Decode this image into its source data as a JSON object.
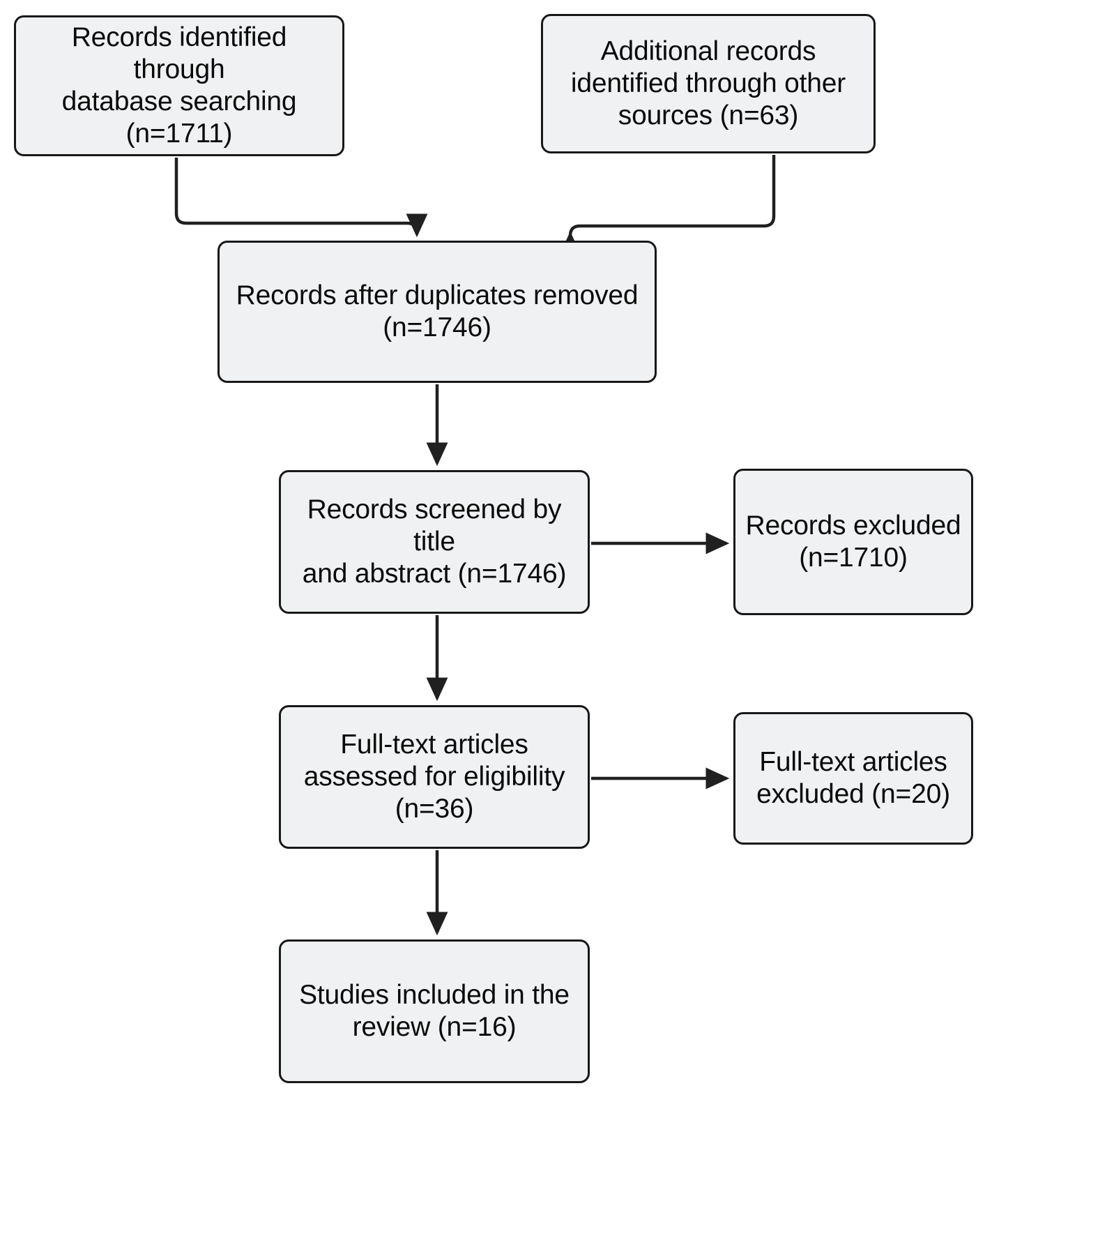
{
  "diagram": {
    "type": "prisma-flow-diagram",
    "title": "PRISMA study selection flow diagram",
    "style": {
      "box_fill": "#f0f1f2",
      "box_border": "#181818",
      "text_color": "#0a0a0a",
      "connector_color": "#202020",
      "background": "#ffffff"
    },
    "nodes": [
      {
        "id": "identified-db",
        "label": "Records identified through database searching (n=1711)",
        "lines": [
          "Records identified through",
          "database searching",
          "(n=1711)"
        ],
        "count": 1711,
        "stage": "identification"
      },
      {
        "id": "identified-other",
        "label": "Additional records identified through other sources (n=63)",
        "lines": [
          "Additional records",
          "identified through other",
          "sources (n=63)"
        ],
        "count": 63,
        "stage": "identification"
      },
      {
        "id": "after-duplicates",
        "label": "Records after duplicates removed (n=1746)",
        "lines": [
          "Records after duplicates removed",
          "(n=1746)"
        ],
        "count": 1746,
        "stage": "screening"
      },
      {
        "id": "screened",
        "label": "Records screened by title and abstract (n=1746)",
        "lines": [
          "Records screened by title",
          "and abstract (n=1746)"
        ],
        "count": 1746,
        "stage": "screening"
      },
      {
        "id": "records-excluded",
        "label": "Records excluded (n=1710)",
        "lines": [
          "Records excluded",
          "(n=1710)"
        ],
        "count": 1710,
        "stage": "screening-excluded"
      },
      {
        "id": "fulltext-assessed",
        "label": "Full-text articles assessed for eligibility (n=36)",
        "lines": [
          "Full-text articles",
          "assessed for eligibility",
          "(n=36)"
        ],
        "count": 36,
        "stage": "eligibility"
      },
      {
        "id": "fulltext-excluded",
        "label": "Full-text articles excluded (n=20)",
        "lines": [
          "Full-text articles",
          "excluded (n=20)"
        ],
        "count": 20,
        "stage": "eligibility-excluded"
      },
      {
        "id": "studies-included",
        "label": "Studies included in the review (n=16)",
        "lines": [
          "Studies included in the",
          "review (n=16)"
        ],
        "count": 16,
        "stage": "included"
      }
    ],
    "edges": [
      {
        "id": "edge-db-to-duplicates",
        "from": "identified-db",
        "to": "after-duplicates",
        "kind": "elbow-arrow"
      },
      {
        "id": "edge-other-to-duplicates",
        "from": "identified-other",
        "to": "after-duplicates",
        "kind": "elbow-arrow"
      },
      {
        "id": "edge-duplicates-to-screened",
        "from": "after-duplicates",
        "to": "screened",
        "kind": "straight-arrow"
      },
      {
        "id": "edge-screened-to-excluded",
        "from": "screened",
        "to": "records-excluded",
        "kind": "straight-arrow"
      },
      {
        "id": "edge-screened-to-fulltext",
        "from": "screened",
        "to": "fulltext-assessed",
        "kind": "straight-arrow"
      },
      {
        "id": "edge-fulltext-to-excluded",
        "from": "fulltext-assessed",
        "to": "fulltext-excluded",
        "kind": "straight-arrow"
      },
      {
        "id": "edge-fulltext-to-included",
        "from": "fulltext-assessed",
        "to": "studies-included",
        "kind": "straight-arrow"
      }
    ]
  }
}
